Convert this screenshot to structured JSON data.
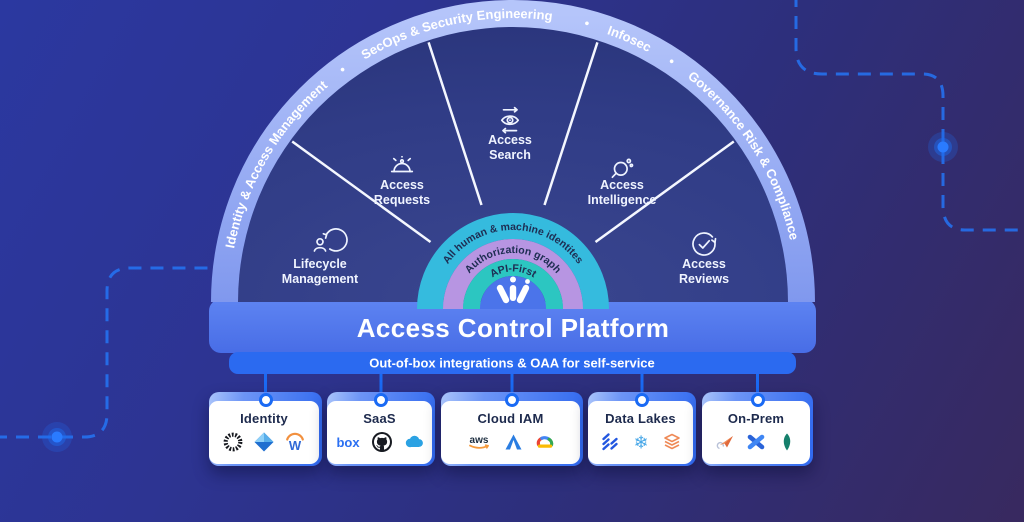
{
  "arc": {
    "bullet": "•",
    "labels": [
      "Identity & Access Management",
      "SecOps & Security Engineering",
      "Infosec",
      "Governance Risk & Compliance"
    ]
  },
  "segments": [
    {
      "line1": "Lifecycle",
      "line2": "Management",
      "icon": "person-cycle-icon"
    },
    {
      "line1": "Access",
      "line2": "Requests",
      "icon": "service-bell-icon"
    },
    {
      "line1": "Access",
      "line2": "Search",
      "icon": "eye-sync-icon"
    },
    {
      "line1": "Access",
      "line2": "Intelligence",
      "icon": "magnifier-sparkles-icon"
    },
    {
      "line1": "Access",
      "line2": "Reviews",
      "icon": "check-cycle-icon"
    }
  ],
  "core": {
    "rings": [
      {
        "label": "All human & machine identites",
        "color": "#35bbde"
      },
      {
        "label": "Authorization graph",
        "color": "#b795e2"
      },
      {
        "label": "API-First",
        "color": "#2cc6c1"
      }
    ],
    "logo": "veza-logo"
  },
  "platform": {
    "title": "Access Control Platform",
    "subtitle": "Out-of-box integrations & OAA for self-service"
  },
  "cards": [
    {
      "title": "Identity",
      "icons": [
        "okta-icon",
        "azure-ad-icon",
        "workday-icon"
      ]
    },
    {
      "title": "SaaS",
      "icons": [
        "box-icon",
        "github-icon",
        "salesforce-icon"
      ]
    },
    {
      "title": "Cloud IAM",
      "icons": [
        "aws-icon",
        "azure-icon",
        "google-cloud-icon"
      ]
    },
    {
      "title": "Data Lakes",
      "icons": [
        "data-stripes-icon",
        "snowflake-icon",
        "layered-stack-icon"
      ]
    },
    {
      "title": "On-Prem",
      "icons": [
        "dart-swirl-icon",
        "exchange-x-icon",
        "mongodb-leaf-icon"
      ]
    }
  ],
  "colors": {
    "background_top": "#2b38a0",
    "background_bottom": "#38295f",
    "dome_ring": "#9db2f4",
    "dome_fill": "#2f3a85",
    "platform_band": "#4f76ec",
    "integration_bar": "#2b6af0",
    "ring_cyan": "#35bbde",
    "ring_purple": "#b795e2",
    "ring_teal": "#2cc6c1",
    "core_blue": "#4b74ea",
    "connector_blue": "#1a6af4"
  }
}
